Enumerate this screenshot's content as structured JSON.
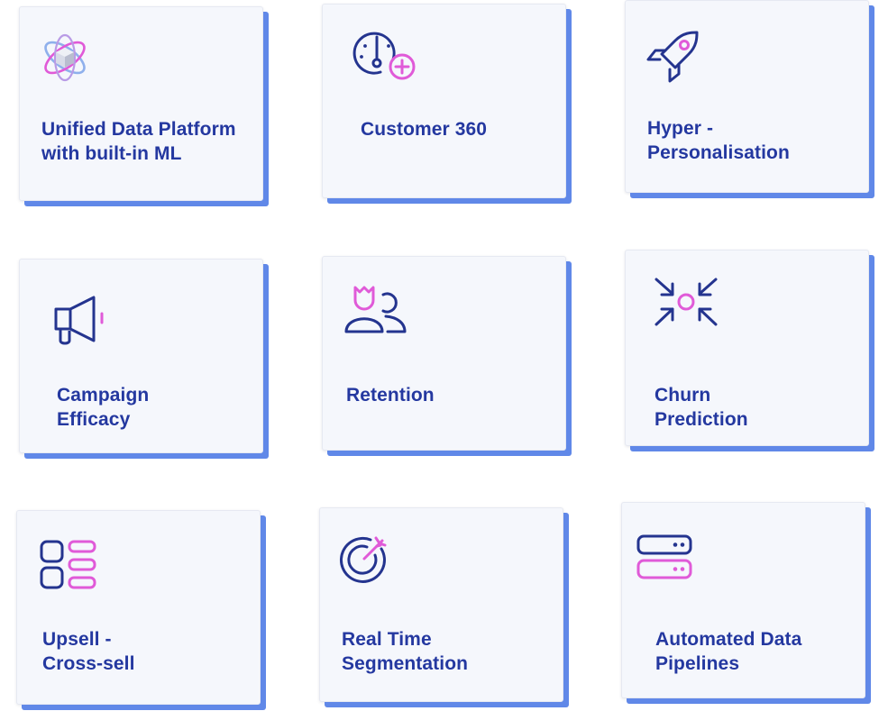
{
  "colors": {
    "card_background": "#f5f7fc",
    "card_shadow": "#6088e8",
    "title_text": "#2438a0",
    "icon_navy": "#24348f",
    "icon_magenta": "#e05ad8"
  },
  "cards": [
    {
      "icon": "atom-cube-icon",
      "lines": [
        "Unified Data Platform",
        "with built-in ML"
      ]
    },
    {
      "icon": "dashboard-gauge-plus-icon",
      "lines": [
        "Customer 360"
      ]
    },
    {
      "icon": "rocket-icon",
      "lines": [
        "Hyper -",
        "Personalisation"
      ]
    },
    {
      "icon": "megaphone-icon",
      "lines": [
        "Campaign",
        "Efficacy"
      ]
    },
    {
      "icon": "users-retention-icon",
      "lines": [
        "Retention"
      ]
    },
    {
      "icon": "arrows-converge-icon",
      "lines": [
        "Churn",
        "Prediction"
      ]
    },
    {
      "icon": "tiles-grid-icon",
      "lines": [
        "Upsell -",
        "Cross-sell"
      ]
    },
    {
      "icon": "target-dart-icon",
      "lines": [
        "Real Time",
        "Segmentation"
      ]
    },
    {
      "icon": "server-stack-icon",
      "lines": [
        "Automated Data",
        "Pipelines"
      ]
    }
  ]
}
